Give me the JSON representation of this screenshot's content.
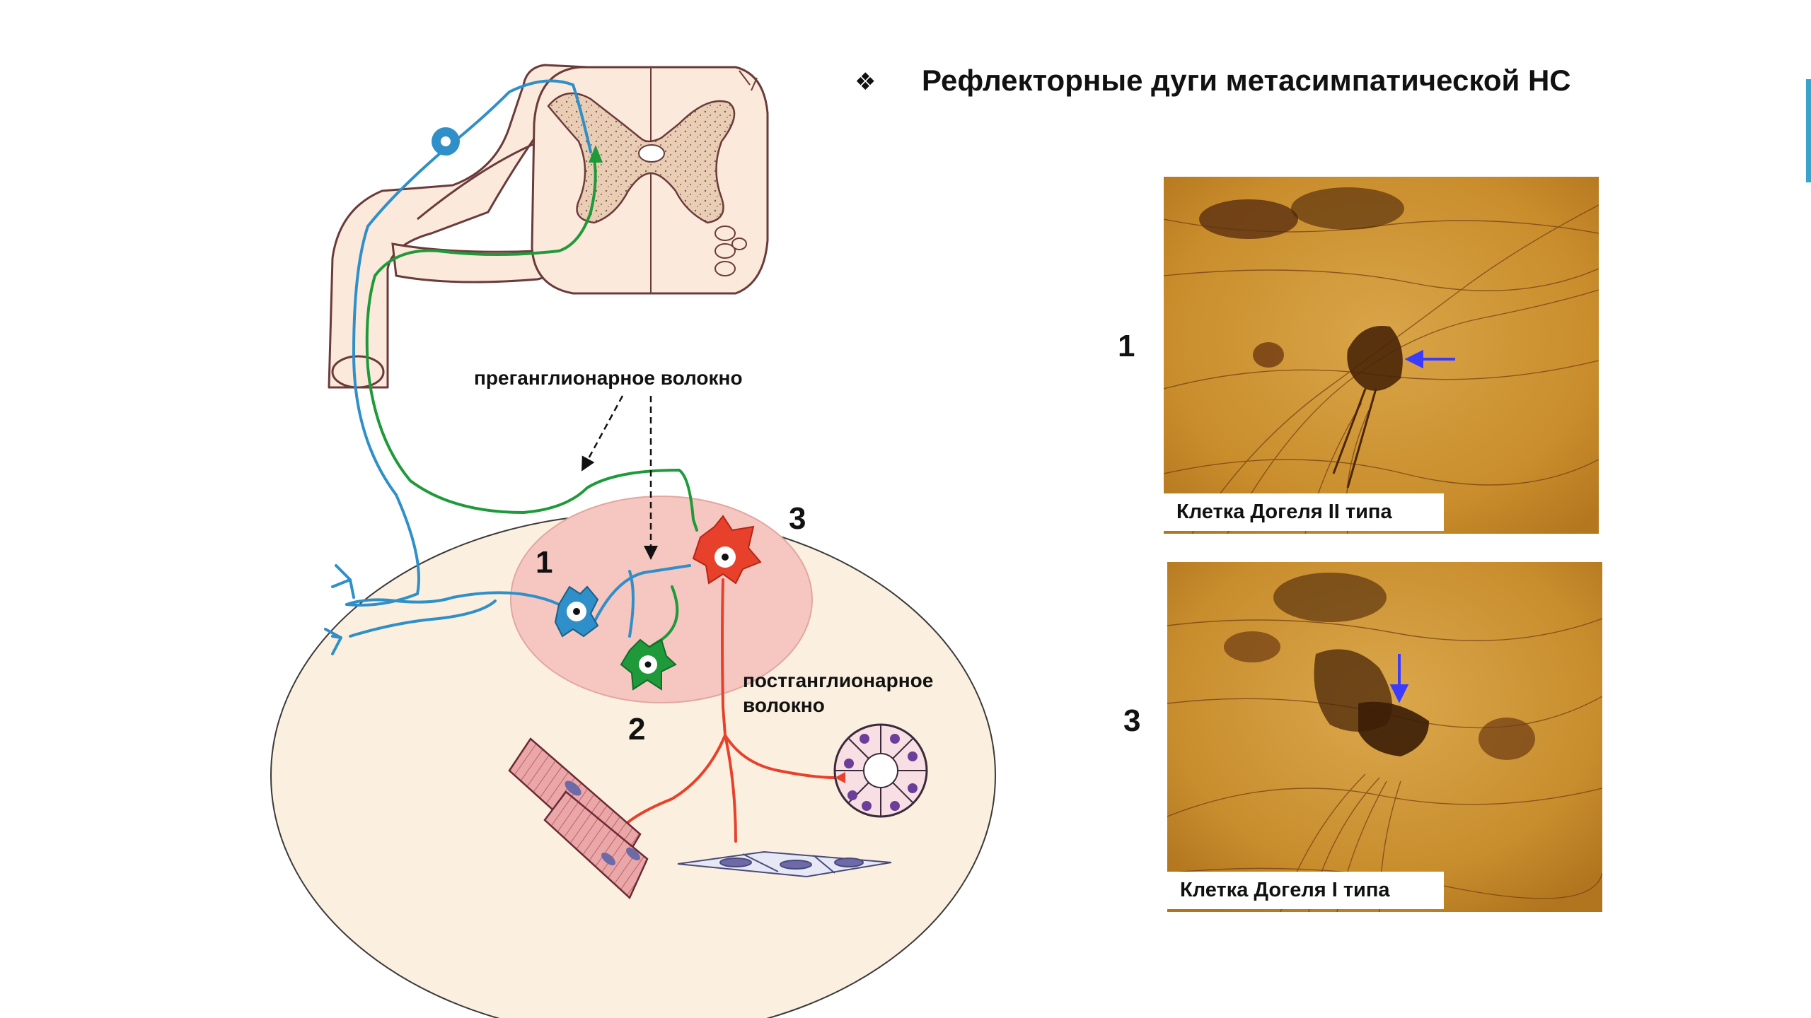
{
  "slide": {
    "bullet_icon": "diamond-bullet-icon",
    "title": "Рефлекторные дуги метасимпатической  НС"
  },
  "diagram": {
    "preganglionic_label": "преганглионарное волокно",
    "postganglionic_label_line1": "постганглионарное",
    "postganglionic_label_line2": "волокно",
    "neuron_1_number": "1",
    "neuron_2_number": "2",
    "neuron_3_number": "3",
    "colors": {
      "afferent": "#2f8fc8",
      "preganglionic": "#1f9a3a",
      "efferent": "#e8412b",
      "ganglion": "#f6c6c0",
      "organ_wall": "#fbf0df"
    }
  },
  "micrographs": [
    {
      "number": "1",
      "caption": "Клетка Догеля II типа"
    },
    {
      "number": "3",
      "caption": "Клетка Догеля I типа"
    }
  ]
}
